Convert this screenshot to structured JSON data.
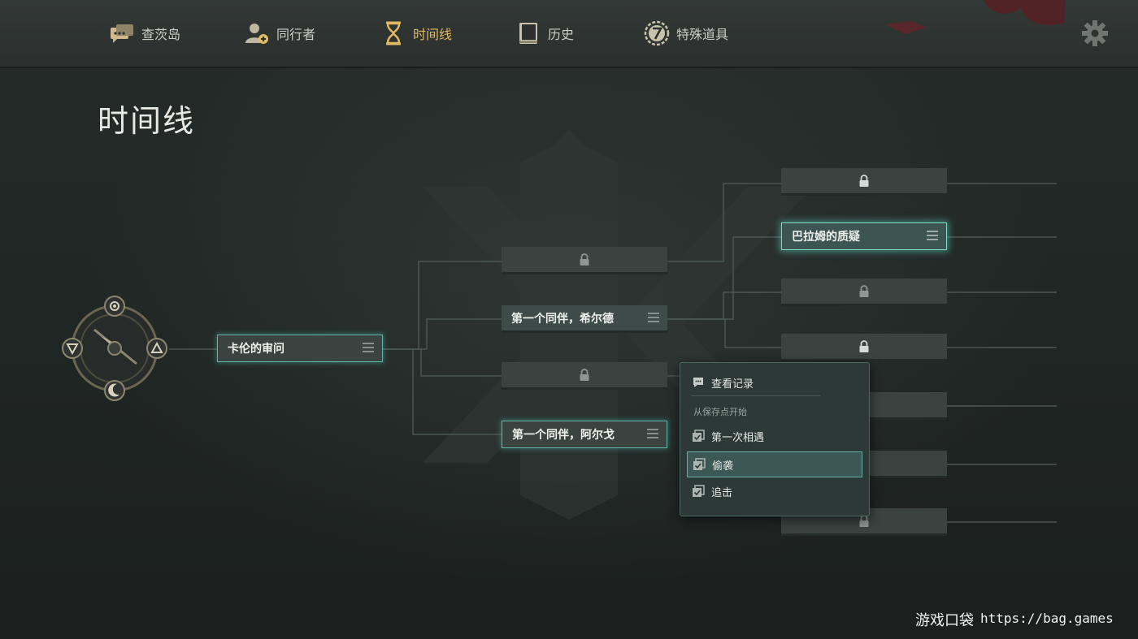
{
  "nav": {
    "items": [
      {
        "label": "查茨岛",
        "icon": "chat-bubbles-icon"
      },
      {
        "label": "同行者",
        "icon": "companion-icon"
      },
      {
        "label": "时间线",
        "icon": "hourglass-icon",
        "active": true
      },
      {
        "label": "历史",
        "icon": "book-icon"
      },
      {
        "label": "特殊道具",
        "icon": "coin-seven-icon"
      }
    ],
    "settings_icon": "gear-icon"
  },
  "page": {
    "title": "时间线"
  },
  "timeline": {
    "root": {
      "label": "卡伦的审问"
    },
    "col2": [
      {
        "label": "",
        "locked": true
      },
      {
        "label": "第一个同伴，希尔德",
        "locked": false
      },
      {
        "label": "",
        "locked": true
      },
      {
        "label": "第一个同伴，阿尔戈",
        "locked": false
      }
    ],
    "col3": [
      {
        "label": "",
        "locked": true
      },
      {
        "label": "巴拉姆的质疑",
        "locked": false
      },
      {
        "label": "",
        "locked": true
      },
      {
        "label": "",
        "locked": true
      },
      {
        "label": "",
        "locked": true
      }
    ]
  },
  "popup": {
    "view_record": "查看记录",
    "section": "从保存点开始",
    "items": [
      {
        "label": "第一次相遇"
      },
      {
        "label": "偷袭",
        "selected": true
      },
      {
        "label": "追击"
      }
    ]
  },
  "watermark": {
    "text": "游戏口袋",
    "url": "https://bag.games"
  },
  "colors": {
    "accent": "#e1b960",
    "glow": "#7fd8c7",
    "node": "#3a4340"
  }
}
